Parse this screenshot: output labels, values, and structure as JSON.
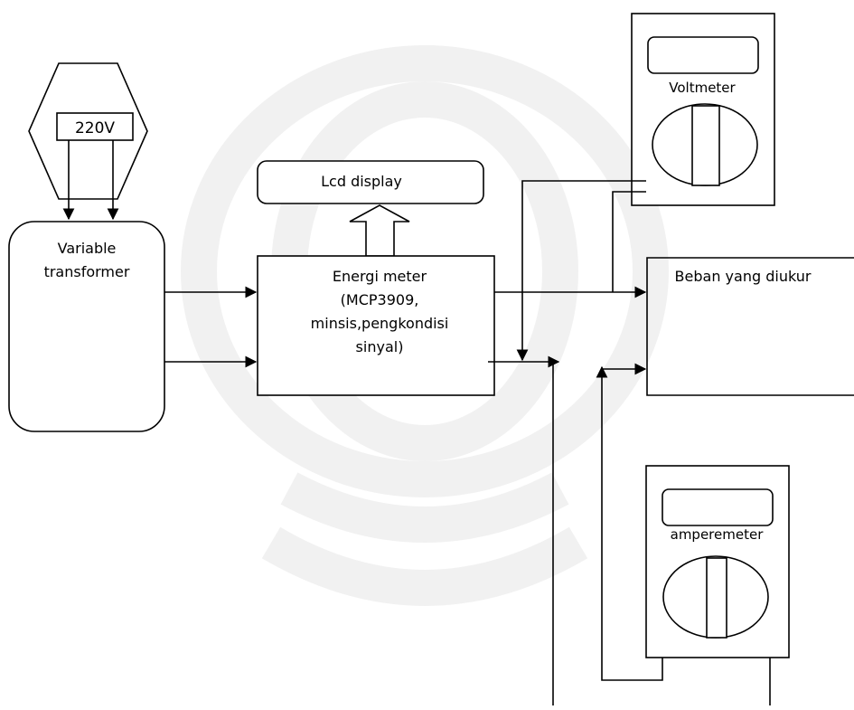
{
  "diagram": {
    "source": {
      "label": "220V"
    },
    "transformer": {
      "line1": "Variable",
      "line2": "transformer"
    },
    "lcd": {
      "label": "Lcd display"
    },
    "energy_meter": {
      "line1": "Energi meter",
      "line2": "(MCP3909,",
      "line3": "minsis,pengkondisi",
      "line4": "sinyal)"
    },
    "load": {
      "label": "Beban yang diukur"
    },
    "voltmeter": {
      "label": "Voltmeter"
    },
    "amperemeter": {
      "label": "amperemeter"
    }
  }
}
